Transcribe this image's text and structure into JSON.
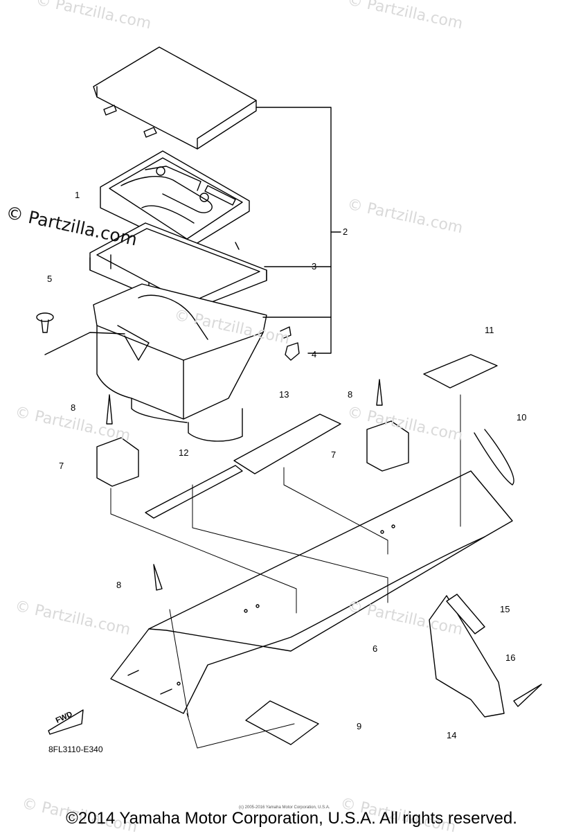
{
  "watermarks": [
    "© Partzilla.com",
    "© Partzilla.com",
    "© Partzilla.com",
    "© Partzilla.com",
    "© Partzilla.com",
    "© Partzilla.com",
    "© Partzilla.com",
    "© Partzilla.com",
    "© Partzilla.com",
    "© Partzilla.com"
  ],
  "watermark_main": "© Partzilla.com",
  "callouts": [
    "1",
    "2",
    "3",
    "4",
    "5",
    "6",
    "7",
    "7",
    "8",
    "8",
    "8",
    "9",
    "10",
    "11",
    "12",
    "13",
    "14",
    "15",
    "16"
  ],
  "fwd_label": "FWD",
  "diagram_code": "8FL3110-E340",
  "tiny_copyright": "(c) 2005-2016 Yamaha Motor Corporation, U.S.A.",
  "copyright": "©2014 Yamaha Motor Corporation, U.S.A. All rights reserved."
}
